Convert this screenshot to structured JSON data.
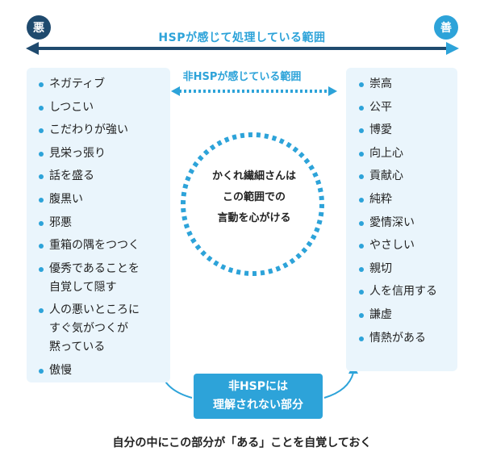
{
  "badges": {
    "bad": "悪",
    "good": "善"
  },
  "hsp_range_label": "HSPが感じて処理している範囲",
  "non_hsp_range_label": "非HSPが感じている範囲",
  "bad_traits": [
    "ネガティブ",
    "しつこい",
    "こだわりが強い",
    "見栄っ張り",
    "話を盛る",
    "腹黒い",
    "邪悪",
    "重箱の隅をつつく",
    "優秀であることを",
    "自覚して隠す",
    "人の悪いところに",
    "すぐ気がつくが",
    "黙っている",
    "傲慢"
  ],
  "good_traits": [
    "崇高",
    "公平",
    "博愛",
    "向上心",
    "貢献心",
    "純粋",
    "愛情深い",
    "やさしい",
    "親切",
    "人を信用する",
    "謙虚",
    "情熱がある"
  ],
  "circle_text": {
    "line1": "かくれ繊細さんは",
    "line2": "この範囲での",
    "line3": "言動を心がける"
  },
  "callout": {
    "line1": "非HSPには",
    "line2": "理解されない部分"
  },
  "caption": "自分の中にこの部分が「ある」ことを自覚しておく",
  "colors": {
    "accent": "#2da3d9",
    "dark": "#1f4a6e",
    "panel": "#eaf5fc"
  }
}
